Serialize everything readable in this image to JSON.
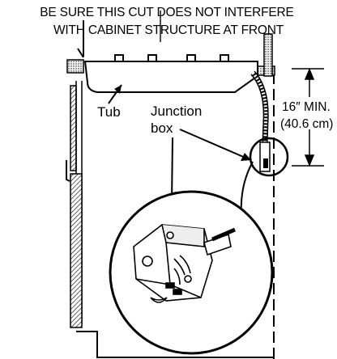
{
  "labels": {
    "warning_line1": "BE SURE THIS CUT DOES NOT INTERFERE",
    "warning_line2": "WITH CABINET STRUCTURE AT FRONT",
    "tub": "Tub",
    "junction_box_line1": "Junction",
    "junction_box_line2": "box",
    "clearance_line1": "16″ MIN.",
    "clearance_line2": "(40.6 cm)"
  },
  "colors": {
    "ink": "#000000",
    "background": "#ffffff"
  }
}
